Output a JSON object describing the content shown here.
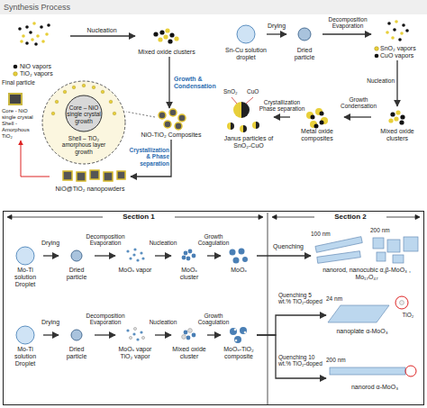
{
  "diagram": {
    "title": "Synthesis Process",
    "nodes": [
      {
        "text": [
          "NiO vapors",
          "TiO₂ vapors"
        ]
      },
      {
        "text": [
          "Mixed oxide clusters"
        ]
      },
      {
        "text": [
          "Core – NiO single crystal growth",
          "Shell – TiO₂ amorphous layer growth"
        ]
      },
      {
        "text": [
          "NiO-TiO₂ Composites"
        ]
      },
      {
        "text": [
          "Final particle",
          "Core - NiO single crystal",
          "Shell - Amorphous TiO₂"
        ]
      },
      {
        "text": [
          "NiO@TiO₂ nanopowders"
        ]
      },
      {
        "text": [
          "Sn-Cu solution droplet"
        ]
      },
      {
        "text": [
          "Dried particle"
        ]
      },
      {
        "text": [
          "SnO₂ vapors",
          "CuO vapors"
        ]
      },
      {
        "text": [
          "Mixed oxide clusters"
        ]
      },
      {
        "text": [
          "Metal oxide composites"
        ]
      },
      {
        "text": [
          "SnO₂",
          "CuO",
          "Janus particles of SnO₂-CuO"
        ]
      },
      {
        "text": [
          "Section 1",
          "Section 2"
        ]
      },
      {
        "text": [
          "Mo-Ti solution Droplet"
        ],
        "in": 12
      },
      {
        "text": [
          "Dried particle"
        ],
        "in": 12
      },
      {
        "text": [
          "MoOₓ vapor"
        ],
        "in": 12
      },
      {
        "text": [
          "MoOₓ cluster"
        ],
        "in": 12
      },
      {
        "text": [
          "MoOₓ"
        ],
        "in": 12
      },
      {
        "text": [
          "100 nm",
          "200 nm",
          "nanorod, nanocubic α,β-MoO₃ , Mo₁₇O₄₇"
        ],
        "in": 12
      },
      {
        "text": [
          "Mo-Ti solution Droplet"
        ],
        "in": 12
      },
      {
        "text": [
          "Dried particle"
        ],
        "in": 12
      },
      {
        "text": [
          "MoOₓ vapor",
          "TiO₂ vapor"
        ],
        "in": 12
      },
      {
        "text": [
          "Mixed oxide cluster"
        ],
        "in": 12
      },
      {
        "text": [
          "MoOₓ-TiO₂ composite"
        ],
        "in": 12
      },
      {
        "text": [
          "24 nm",
          "TiO₂",
          "nanoplate α-MoO₃"
        ],
        "in": 12
      },
      {
        "text": [
          "200 nm",
          "nanorod α-MoO₃"
        ],
        "in": 12
      }
    ],
    "edges": [
      {
        "from": 0,
        "to": 1,
        "arrow": "to",
        "label": "Nucleation"
      },
      {
        "from": 1,
        "to": 3,
        "arrow": "to",
        "label": "Growth & Condensation"
      },
      {
        "from": 3,
        "to": 5,
        "arrow": "to",
        "label": "Crystallization & Phase separation"
      },
      {
        "from": 5,
        "to": 4,
        "arrow": "to"
      },
      {
        "from": 6,
        "to": 7,
        "arrow": "to",
        "label": "Drying"
      },
      {
        "from": 7,
        "to": 8,
        "arrow": "to",
        "label": "Decomposition Evaporation"
      },
      {
        "from": 8,
        "to": 9,
        "arrow": "to",
        "label": "Nucleation"
      },
      {
        "from": 9,
        "to": 10,
        "arrow": "to",
        "label": "Growth Condensation"
      },
      {
        "from": 10,
        "to": 11,
        "arrow": "to",
        "label": "Crystallization Phase separation"
      },
      {
        "from": 13,
        "to": 14,
        "arrow": "to",
        "label": "Drying"
      },
      {
        "from": 14,
        "to": 15,
        "arrow": "to",
        "label": "Decomposition Evaporation"
      },
      {
        "from": 15,
        "to": 16,
        "arrow": "to",
        "label": "Nucleation"
      },
      {
        "from": 16,
        "to": 17,
        "arrow": "to",
        "label": "Growth Coagulation"
      },
      {
        "from": 17,
        "to": 18,
        "arrow": "to",
        "label": "Quenching"
      },
      {
        "from": 19,
        "to": 20,
        "arrow": "to",
        "label": "Drying"
      },
      {
        "from": 20,
        "to": 21,
        "arrow": "to",
        "label": "Decomposition Evaporation"
      },
      {
        "from": 21,
        "to": 22,
        "arrow": "to",
        "label": "Nucleation"
      },
      {
        "from": 22,
        "to": 23,
        "arrow": "to",
        "label": "Growth Coagulation"
      },
      {
        "from": 23,
        "to": 24,
        "arrow": "to",
        "label": "Quenching 5 wt.% TiO₂-doped"
      },
      {
        "from": 23,
        "to": 25,
        "arrow": "to",
        "label": "Quenching 10 wt.% TiO₂-doped"
      }
    ]
  }
}
